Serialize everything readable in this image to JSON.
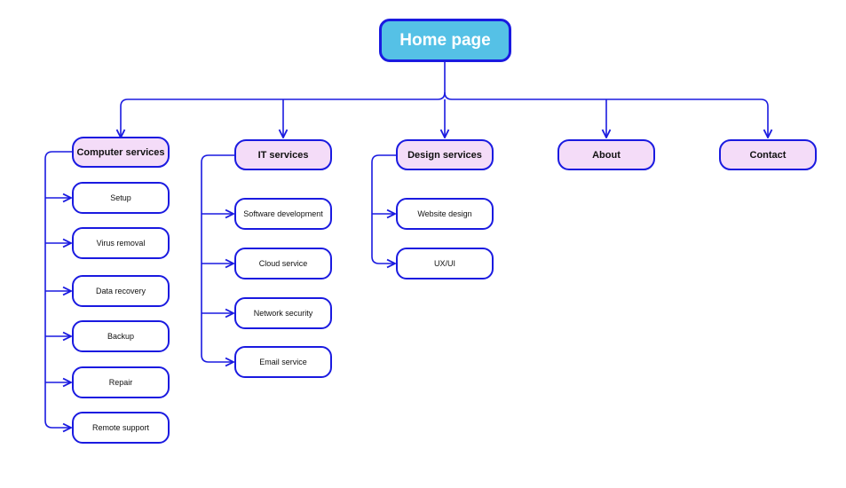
{
  "diagram": {
    "line_color": "#1a1ae0",
    "root": {
      "label": "Home page",
      "fill": "#55c1e6"
    },
    "categories": [
      {
        "label": "Computer services",
        "items": [
          "Setup",
          "Virus removal",
          "Data recovery",
          "Backup",
          "Repair",
          "Remote support"
        ]
      },
      {
        "label": "IT services",
        "items": [
          "Software development",
          "Cloud service",
          "Network security",
          "Email service"
        ]
      },
      {
        "label": "Design services",
        "items": [
          "Website design",
          "UX/UI"
        ]
      },
      {
        "label": "About",
        "items": []
      },
      {
        "label": "Contact",
        "items": []
      }
    ],
    "category_fill": "#f4dcf8"
  }
}
